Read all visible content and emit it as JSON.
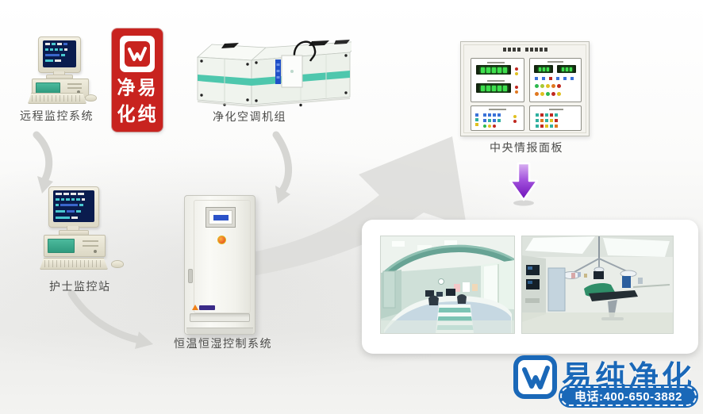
{
  "diagram": {
    "nodes": {
      "remote_monitor": {
        "label": "远程监控系统"
      },
      "ahu": {
        "label": "净化空调机组"
      },
      "central_panel": {
        "label": "中央情报面板"
      },
      "nurse_station": {
        "label": "护士监控站"
      },
      "hvac_cabinet": {
        "label": "恒温恒湿控制系统"
      }
    }
  },
  "seal": {
    "text": "易纯净化",
    "characters": [
      "净",
      "易",
      "化",
      "纯"
    ],
    "color": "#c8231f"
  },
  "brand": {
    "name": "易纯净化",
    "phone_label": "电话:400-650-3882",
    "color": "#1a68b8"
  },
  "colors": {
    "accent_teal": "#4ec7ad",
    "arrow_gray": "#d6d6d3",
    "purple_arrow": "#8a2bd8",
    "label_text": "#4b4b49"
  }
}
